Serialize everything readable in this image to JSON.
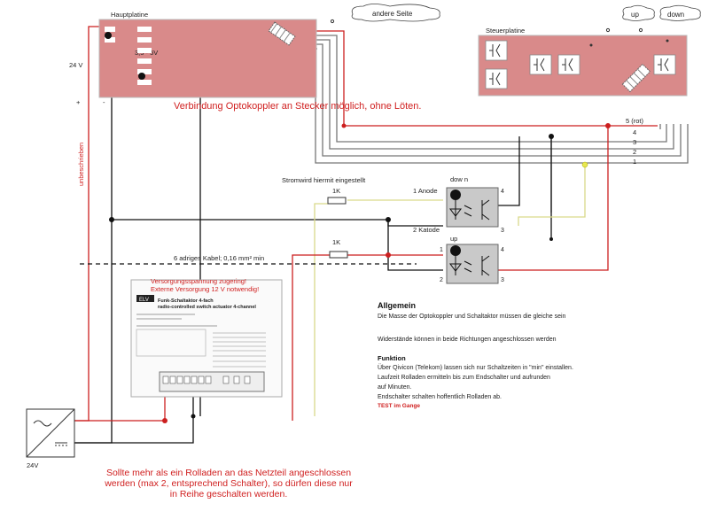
{
  "colors": {
    "board": "#d98a8a",
    "wire_red": "#cc1f1f",
    "wire_yellow": "#d9d98a",
    "wire_gray": "#777777",
    "wire_black": "#111111",
    "opto_box": "#c9c9c9",
    "note_red": "#d02020"
  },
  "boards": {
    "main_title": "Hauptplatine",
    "main_voltage": "3,5 - 5V",
    "control_title": "Steuerplatine"
  },
  "clouds": {
    "other_side": "andere Seite",
    "up": "up",
    "down": "down"
  },
  "labels": {
    "v24": "24 V",
    "plus": "+",
    "minus": "-",
    "vertical": "unbeschrieben",
    "connection_note": "Verbindung Optokoppler an Stecker möglich, ohne Löten.",
    "current_set": "Stromwird hiermit eingestellt",
    "res1": "1K",
    "res2": "1K",
    "cable": "6 adriges Kabel; 0,16 mm² min",
    "supply_line1": "Versorgungsspannung zugering!",
    "supply_line2": "Externe Versorgung 12 V notwendig!",
    "psu_voltage": "24V"
  },
  "connector_pins": [
    "5 (rot)",
    "4",
    "3",
    "2",
    "1"
  ],
  "optos": {
    "down_title": "dow n",
    "up_title": "up",
    "anode": "1 Anode",
    "kathode": "2 Katode",
    "pin1": "1",
    "pin2": "2",
    "pin3": "3",
    "pin4": "4",
    "pin3b": "3",
    "pin4b": "4"
  },
  "actuator": {
    "brand": "ELV",
    "title1": "Funk-Schaltaktor 4-fach",
    "title2": "radio-controlled switch actuator 4-channel"
  },
  "general": {
    "title": "Allgemein",
    "line1": "Die Masse der Optokoppler und Schaltaktor müssen die gleiche sein",
    "line2": "Widerstände können in beide Richtungen angeschlossen werden"
  },
  "function": {
    "title": "Funktion",
    "lines": [
      "Über Qivicon (Telekom) lassen sich nur Schaltzeiten in \"min\" einstallen.",
      "Laufzeit Rolladen ermitteln bis zum Endschalter und aufrunden",
      "auf Minuten.",
      "Endschalter schalten hoffentlich Rolladen ab."
    ],
    "test": "TEST im Gange"
  },
  "bottom_note": [
    "Sollte mehr als ein Rolladen an das Netzteil angeschlossen",
    "werden (max 2, entsprechend Schalter), so dürfen diese nur",
    "in Reihe geschalten werden."
  ]
}
